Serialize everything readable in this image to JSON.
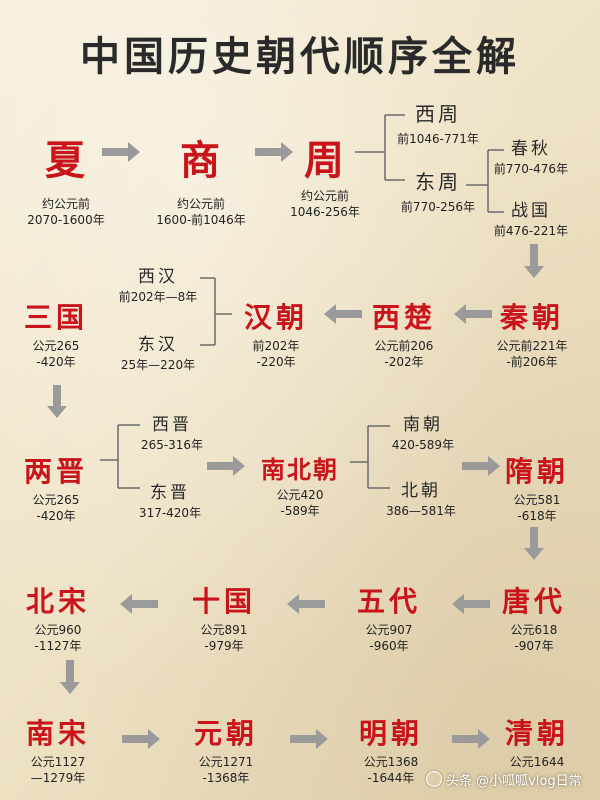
{
  "title": "中国历史朝代顺序全解",
  "dynasties": {
    "xia": {
      "name": "夏",
      "line1": "约公元前",
      "line2": "2070-1600年"
    },
    "shang": {
      "name": "商",
      "line1": "约公元前",
      "line2": "1600-前1046年"
    },
    "zhou": {
      "name": "周",
      "line1": "约公元前",
      "line2": "1046-256年"
    },
    "xizhou": {
      "name": "西周",
      "line1": "前1046-771年"
    },
    "dongzhou": {
      "name": "东周",
      "line1": "前770-256年"
    },
    "chunqiu": {
      "name": "春秋",
      "line1": "前770-476年"
    },
    "zhanguo": {
      "name": "战国",
      "line1": "前476-221年"
    },
    "qin": {
      "name": "秦朝",
      "line1": "公元前221年",
      "line2": "-前206年"
    },
    "xichu": {
      "name": "西楚",
      "line1": "公元前206",
      "line2": "-202年"
    },
    "han": {
      "name": "汉朝",
      "line1": "前202年",
      "line2": "-220年"
    },
    "xihan": {
      "name": "西汉",
      "line1": "前202年—8年"
    },
    "donghan": {
      "name": "东汉",
      "line1": "25年—220年"
    },
    "sanguo": {
      "name": "三国",
      "line1": "公元265",
      "line2": "-420年"
    },
    "liangjin": {
      "name": "两晋",
      "line1": "公元265",
      "line2": "-420年"
    },
    "xijin": {
      "name": "西晋",
      "line1": "265-316年"
    },
    "dongjin": {
      "name": "东晋",
      "line1": "317-420年"
    },
    "nanbeichao": {
      "name": "南北朝",
      "line1": "公元420",
      "line2": "-589年"
    },
    "nanchao": {
      "name": "南朝",
      "line1": "420-589年"
    },
    "beichao": {
      "name": "北朝",
      "line1": "386—581年"
    },
    "sui": {
      "name": "隋朝",
      "line1": "公元581",
      "line2": "-618年"
    },
    "tang": {
      "name": "唐代",
      "line1": "公元618",
      "line2": "-907年"
    },
    "wudai": {
      "name": "五代",
      "line1": "公元907",
      "line2": "-960年"
    },
    "shiguo": {
      "name": "十国",
      "line1": "公元891",
      "line2": "-979年"
    },
    "beisong": {
      "name": "北宋",
      "line1": "公元960",
      "line2": "-1127年"
    },
    "nansong": {
      "name": "南宋",
      "line1": "公元1127",
      "line2": "—1279年"
    },
    "yuan": {
      "name": "元朝",
      "line1": "公元1271",
      "line2": "-1368年"
    },
    "ming": {
      "name": "明朝",
      "line1": "公元1368",
      "line2": "-1644年"
    },
    "qing": {
      "name": "清朝",
      "line1": "公元1644"
    }
  },
  "watermark": "头条 @小呱呱vlog日常",
  "colors": {
    "accent": "#c8141a",
    "text": "#2a2a2a",
    "arrow": "#9a9a9a",
    "background": "#efe3c6"
  }
}
